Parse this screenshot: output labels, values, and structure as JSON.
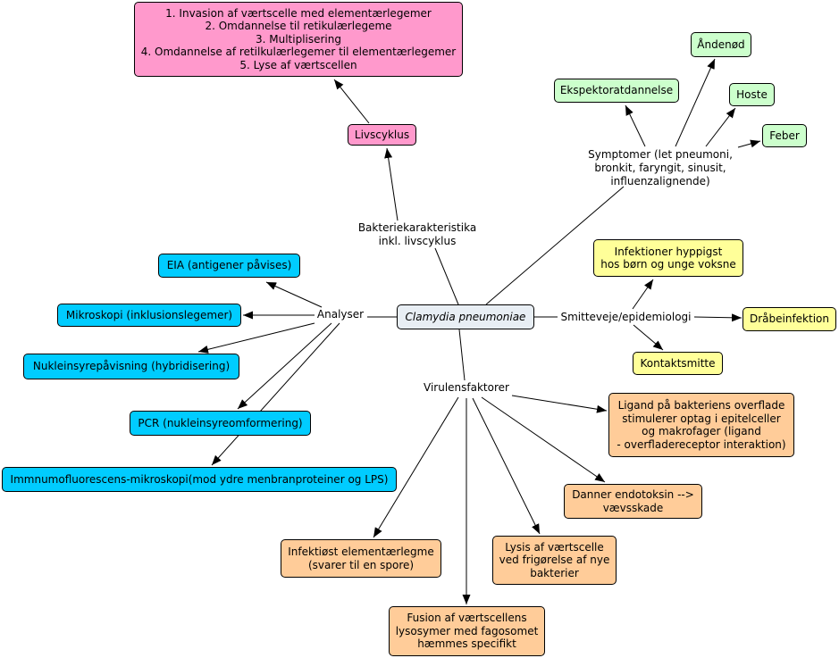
{
  "colors": {
    "lifecycle": "#ff99cc",
    "symptoms": "#ccffcc",
    "transmission": "#ffff99",
    "analyses": "#00ccff",
    "virulence": "#ffcc99",
    "center": "#e8eef4"
  },
  "center": {
    "label": "Clamydia pneumoniae"
  },
  "characteristics": {
    "label_lines": [
      "Bakteriekarakteristika",
      "inkl. livscyklus"
    ],
    "lifecycle": {
      "label": "Livscyklus",
      "steps": [
        "1. Invasion af værtscelle med elementærlegemer",
        "2. Omdannelse til retikulærlegeme",
        "3. Multiplisering",
        "4. Omdannelse af retilkulærlegemer til elementærlegemer",
        "5. Lyse af værtscellen"
      ]
    }
  },
  "symptoms": {
    "label_lines": [
      "Symptomer (let pneumoni,",
      "bronkit, faryngit, sinusit,",
      "influenzalignende)"
    ],
    "items": [
      "Åndenød",
      "Ekspektoratdannelse",
      "Hoste",
      "Feber"
    ]
  },
  "analyses": {
    "label": "Analyser",
    "items": [
      "EIA (antigener påvises)",
      "Mikroskopi (inklusionslegemer)",
      "Nukleinsyrepåvisning (hybridisering)",
      "PCR (nukleinsyreomformering)",
      "Immnumofluorescens-mikroskopi(mod ydre menbranproteiner og LPS)"
    ]
  },
  "transmission": {
    "label": "Smitteveje/epidemiologi",
    "items": [
      [
        "Infektioner hyppigst",
        "hos børn og unge voksne"
      ],
      [
        "Dråbeinfektion"
      ],
      [
        "Kontaktsmitte"
      ]
    ]
  },
  "virulence": {
    "label": "Virulensfaktorer",
    "items": [
      [
        "Ligand på bakteriens overflade",
        "stimulerer optag i epitelceller",
        "og makrofager (ligand",
        "- overfladereceptor interaktion)"
      ],
      [
        "Danner endotoksin -->",
        "vævsskade"
      ],
      [
        "Lysis af værtscelle",
        "ved frigørelse af nye",
        "bakterier"
      ],
      [
        "Fusion af værtscellens",
        "lysosymer med fagosomet",
        "hæmmes specifikt"
      ],
      [
        "Infektiøst elementærlegme",
        "(svarer til en spore)"
      ]
    ]
  }
}
